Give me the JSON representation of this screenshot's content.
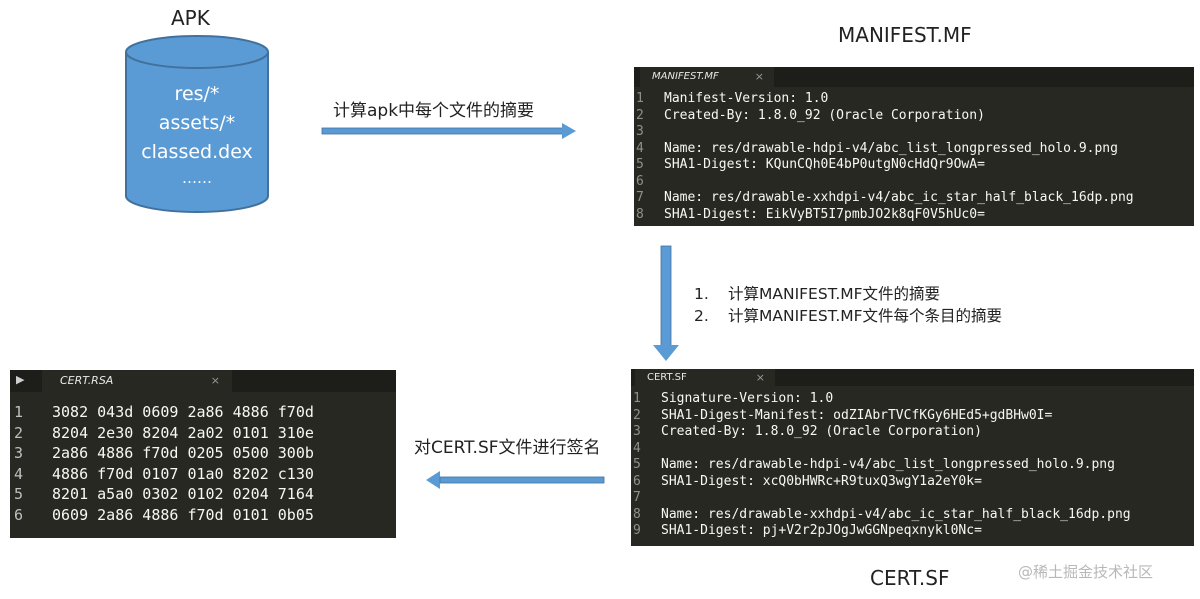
{
  "apk": {
    "title": "APK",
    "items": [
      "res/*",
      "assets/*",
      "classed.dex",
      "……"
    ]
  },
  "arrow1_label": "计算apk中每个文件的摘要",
  "manifest": {
    "caption": "MANIFEST.MF",
    "tab": "MANIFEST.MF",
    "close": "×",
    "lines": [
      {
        "n": "1",
        "t": "Manifest-Version: 1.0"
      },
      {
        "n": "2",
        "t": "Created-By: 1.8.0_92 (Oracle Corporation)"
      },
      {
        "n": "3",
        "t": ""
      },
      {
        "n": "4",
        "t": "Name: res/drawable-hdpi-v4/abc_list_longpressed_holo.9.png"
      },
      {
        "n": "5",
        "t": "SHA1-Digest: KQunCQh0E4bP0utgN0cHdQr9OwA="
      },
      {
        "n": "6",
        "t": ""
      },
      {
        "n": "7",
        "t": "Name: res/drawable-xxhdpi-v4/abc_ic_star_half_black_16dp.png"
      },
      {
        "n": "8",
        "t": "SHA1-Digest: EikVyBT5I7pmbJO2k8qF0V5hUc0="
      }
    ]
  },
  "steps": [
    {
      "num": "1.",
      "text": "计算MANIFEST.MF文件的摘要"
    },
    {
      "num": "2.",
      "text": "计算MANIFEST.MF文件每个条目的摘要"
    }
  ],
  "certsf": {
    "caption": "CERT.SF",
    "tab": "CERT.SF",
    "close": "×",
    "lines": [
      {
        "n": "1",
        "t": "Signature-Version: 1.0"
      },
      {
        "n": "2",
        "t": "SHA1-Digest-Manifest: odZIAbrTVCfKGy6HEd5+gdBHw0I="
      },
      {
        "n": "3",
        "t": "Created-By: 1.8.0_92 (Oracle Corporation)"
      },
      {
        "n": "4",
        "t": ""
      },
      {
        "n": "5",
        "t": "Name: res/drawable-hdpi-v4/abc_list_longpressed_holo.9.png"
      },
      {
        "n": "6",
        "t": "SHA1-Digest: xcQ0bHWRc+R9tuxQ3wgY1a2eY0k="
      },
      {
        "n": "7",
        "t": ""
      },
      {
        "n": "8",
        "t": "Name: res/drawable-xxhdpi-v4/abc_ic_star_half_black_16dp.png"
      },
      {
        "n": "9",
        "t": "SHA1-Digest: pj+V2r2pJOgJwGGNpeqxnykl0Nc="
      }
    ]
  },
  "arrow3_label": "对CERT.SF文件进行签名",
  "certrsa": {
    "tab": "CERT.RSA",
    "close": "×",
    "play": "▶",
    "lines": [
      {
        "n": "1",
        "t": "3082 043d 0609 2a86 4886 f70d"
      },
      {
        "n": "2",
        "t": "8204 2e30 8204 2a02 0101 310e"
      },
      {
        "n": "3",
        "t": "2a86 4886 f70d 0205 0500 300b"
      },
      {
        "n": "4",
        "t": "4886 f70d 0107 01a0 8202 c130"
      },
      {
        "n": "5",
        "t": "8201 a5a0 0302 0102 0204 7164"
      },
      {
        "n": "6",
        "t": "0609 2a86 4886 f70d 0101 0b05"
      }
    ]
  },
  "watermark": "@稀土掘金技术社区",
  "colors": {
    "cylinder": "#5b9bd5",
    "cylinder_edge": "#41719c",
    "arrow": "#5b9bd5",
    "editor_bg": "#272822"
  }
}
